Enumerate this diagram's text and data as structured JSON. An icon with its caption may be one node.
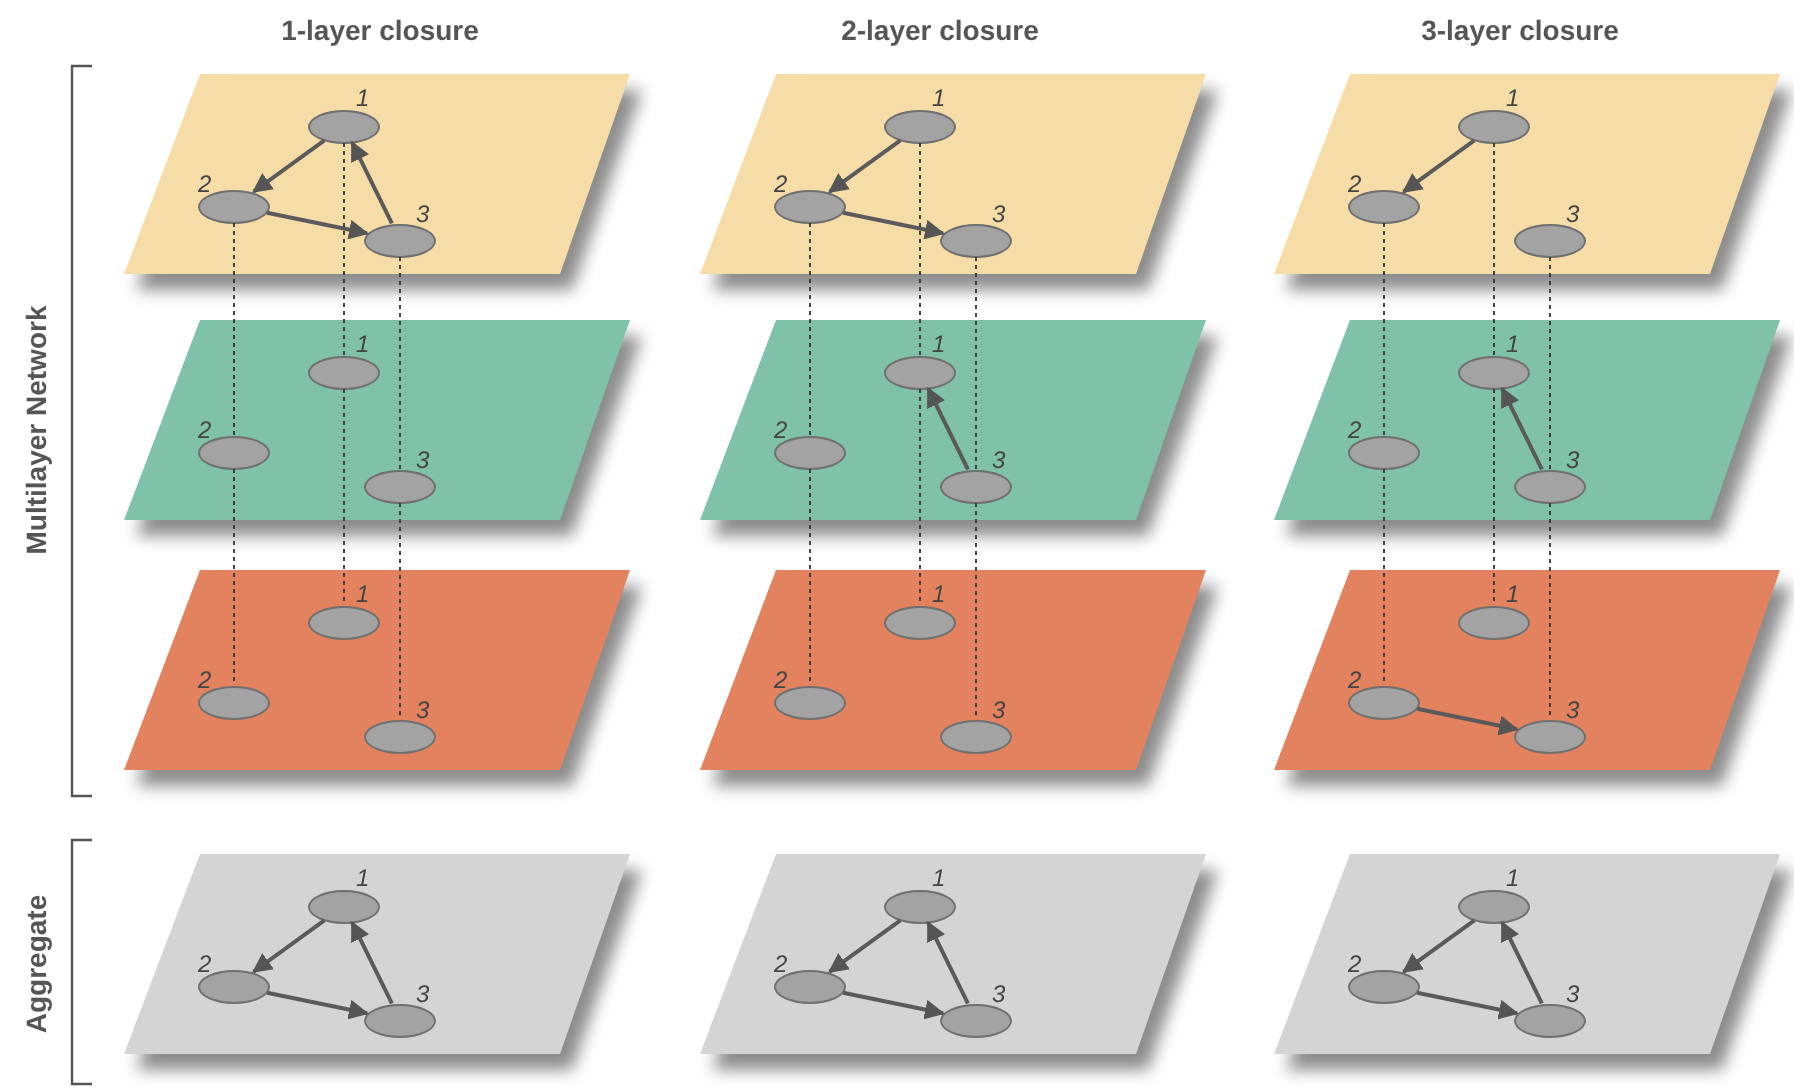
{
  "diagram": {
    "nodes": [
      {
        "text": [],
        "shape": "parallelogram"
      },
      {
        "text": [],
        "shape": "ellipse",
        "in": 0,
        "beside": [
          "1"
        ]
      },
      {
        "text": [],
        "shape": "ellipse",
        "in": 0,
        "beside": [
          "2"
        ]
      },
      {
        "text": [],
        "shape": "ellipse",
        "in": 0,
        "beside": [
          "3"
        ]
      },
      {
        "text": [],
        "shape": "parallelogram"
      },
      {
        "text": [],
        "shape": "ellipse",
        "in": 4,
        "beside": [
          "1"
        ]
      },
      {
        "text": [],
        "shape": "ellipse",
        "in": 4,
        "beside": [
          "2"
        ]
      },
      {
        "text": [],
        "shape": "ellipse",
        "in": 4,
        "beside": [
          "3"
        ]
      },
      {
        "text": [],
        "shape": "parallelogram"
      },
      {
        "text": [],
        "shape": "ellipse",
        "in": 8,
        "beside": [
          "1"
        ]
      },
      {
        "text": [],
        "shape": "ellipse",
        "in": 8,
        "beside": [
          "2"
        ]
      },
      {
        "text": [],
        "shape": "ellipse",
        "in": 8,
        "beside": [
          "3"
        ]
      },
      {
        "text": [],
        "shape": "parallelogram"
      },
      {
        "text": [],
        "shape": "ellipse",
        "in": 12,
        "beside": [
          "1"
        ]
      },
      {
        "text": [],
        "shape": "ellipse",
        "in": 12,
        "beside": [
          "2"
        ]
      },
      {
        "text": [],
        "shape": "ellipse",
        "in": 12,
        "beside": [
          "3"
        ]
      },
      {
        "text": [],
        "shape": "parallelogram"
      },
      {
        "text": [],
        "shape": "ellipse",
        "in": 16,
        "beside": [
          "1"
        ]
      },
      {
        "text": [],
        "shape": "ellipse",
        "in": 16,
        "beside": [
          "2"
        ]
      },
      {
        "text": [],
        "shape": "ellipse",
        "in": 16,
        "beside": [
          "3"
        ]
      },
      {
        "text": [],
        "shape": "parallelogram"
      },
      {
        "text": [],
        "shape": "ellipse",
        "in": 20,
        "beside": [
          "1"
        ]
      },
      {
        "text": [],
        "shape": "ellipse",
        "in": 20,
        "beside": [
          "2"
        ]
      },
      {
        "text": [],
        "shape": "ellipse",
        "in": 20,
        "beside": [
          "3"
        ]
      },
      {
        "text": [],
        "shape": "parallelogram"
      },
      {
        "text": [],
        "shape": "ellipse",
        "in": 24,
        "beside": [
          "1"
        ]
      },
      {
        "text": [],
        "shape": "ellipse",
        "in": 24,
        "beside": [
          "2"
        ]
      },
      {
        "text": [],
        "shape": "ellipse",
        "in": 24,
        "beside": [
          "3"
        ]
      },
      {
        "text": [],
        "shape": "parallelogram"
      },
      {
        "text": [],
        "shape": "ellipse",
        "in": 28,
        "beside": [
          "1"
        ]
      },
      {
        "text": [],
        "shape": "ellipse",
        "in": 28,
        "beside": [
          "2"
        ]
      },
      {
        "text": [],
        "shape": "ellipse",
        "in": 28,
        "beside": [
          "3"
        ]
      },
      {
        "text": [],
        "shape": "parallelogram"
      },
      {
        "text": [],
        "shape": "ellipse",
        "in": 32,
        "beside": [
          "1"
        ]
      },
      {
        "text": [],
        "shape": "ellipse",
        "in": 32,
        "beside": [
          "2"
        ]
      },
      {
        "text": [],
        "shape": "ellipse",
        "in": 32,
        "beside": [
          "3"
        ]
      },
      {
        "text": [],
        "shape": "parallelogram"
      },
      {
        "text": [],
        "shape": "ellipse",
        "in": 36,
        "beside": [
          "1"
        ]
      },
      {
        "text": [],
        "shape": "ellipse",
        "in": 36,
        "beside": [
          "2"
        ]
      },
      {
        "text": [],
        "shape": "ellipse",
        "in": 36,
        "beside": [
          "3"
        ]
      },
      {
        "text": [],
        "shape": "parallelogram"
      },
      {
        "text": [],
        "shape": "ellipse",
        "in": 40,
        "beside": [
          "1"
        ]
      },
      {
        "text": [],
        "shape": "ellipse",
        "in": 40,
        "beside": [
          "2"
        ]
      },
      {
        "text": [],
        "shape": "ellipse",
        "in": 40,
        "beside": [
          "3"
        ]
      },
      {
        "text": [],
        "shape": "parallelogram"
      },
      {
        "text": [],
        "shape": "ellipse",
        "in": 44,
        "beside": [
          "1"
        ]
      },
      {
        "text": [],
        "shape": "ellipse",
        "in": 44,
        "beside": [
          "2"
        ]
      },
      {
        "text": [],
        "shape": "ellipse",
        "in": 44,
        "beside": [
          "3"
        ]
      }
    ],
    "edges": [
      {
        "from": 1,
        "to": 2,
        "arrow": "to"
      },
      {
        "from": 2,
        "to": 3,
        "arrow": "to"
      },
      {
        "from": 3,
        "to": 1,
        "arrow": "to"
      },
      {
        "from": 5,
        "to": 6,
        "arrow": "to"
      },
      {
        "from": 6,
        "to": 7,
        "arrow": "to"
      },
      {
        "from": 9,
        "to": 10,
        "arrow": "to"
      },
      {
        "from": 19,
        "to": 17,
        "arrow": "to"
      },
      {
        "from": 23,
        "to": 21,
        "arrow": "to"
      },
      {
        "from": 34,
        "to": 35,
        "arrow": "to"
      },
      {
        "from": 37,
        "to": 38,
        "arrow": "to"
      },
      {
        "from": 38,
        "to": 39,
        "arrow": "to"
      },
      {
        "from": 39,
        "to": 37,
        "arrow": "to"
      },
      {
        "from": 41,
        "to": 42,
        "arrow": "to"
      },
      {
        "from": 42,
        "to": 43,
        "arrow": "to"
      },
      {
        "from": 43,
        "to": 41,
        "arrow": "to"
      },
      {
        "from": 45,
        "to": 46,
        "arrow": "to"
      },
      {
        "from": 46,
        "to": 47,
        "arrow": "to"
      },
      {
        "from": 47,
        "to": 45,
        "arrow": "to"
      },
      {
        "from": 1,
        "to": 13,
        "arrow": "none",
        "style": "dashed"
      },
      {
        "from": 2,
        "to": 14,
        "arrow": "none",
        "style": "dashed"
      },
      {
        "from": 3,
        "to": 15,
        "arrow": "none",
        "style": "dashed"
      },
      {
        "from": 13,
        "to": 25,
        "arrow": "none",
        "style": "dashed"
      },
      {
        "from": 14,
        "to": 26,
        "arrow": "none",
        "style": "dashed"
      },
      {
        "from": 15,
        "to": 27,
        "arrow": "none",
        "style": "dashed"
      },
      {
        "from": 5,
        "to": 17,
        "arrow": "none",
        "style": "dashed"
      },
      {
        "from": 6,
        "to": 18,
        "arrow": "none",
        "style": "dashed"
      },
      {
        "from": 7,
        "to": 19,
        "arrow": "none",
        "style": "dashed"
      },
      {
        "from": 17,
        "to": 29,
        "arrow": "none",
        "style": "dashed"
      },
      {
        "from": 18,
        "to": 30,
        "arrow": "none",
        "style": "dashed"
      },
      {
        "from": 19,
        "to": 31,
        "arrow": "none",
        "style": "dashed"
      },
      {
        "from": 9,
        "to": 21,
        "arrow": "none",
        "style": "dashed"
      },
      {
        "from": 10,
        "to": 22,
        "arrow": "none",
        "style": "dashed"
      },
      {
        "from": 11,
        "to": 23,
        "arrow": "none",
        "style": "dashed"
      },
      {
        "from": 21,
        "to": 33,
        "arrow": "none",
        "style": "dashed"
      },
      {
        "from": 22,
        "to": 34,
        "arrow": "none",
        "style": "dashed"
      },
      {
        "from": 23,
        "to": 35,
        "arrow": "none",
        "style": "dashed"
      }
    ],
    "labels": [
      "1-layer closure",
      "2-layer closure",
      "3-layer closure",
      "Multilayer Network",
      "Aggregate"
    ]
  }
}
